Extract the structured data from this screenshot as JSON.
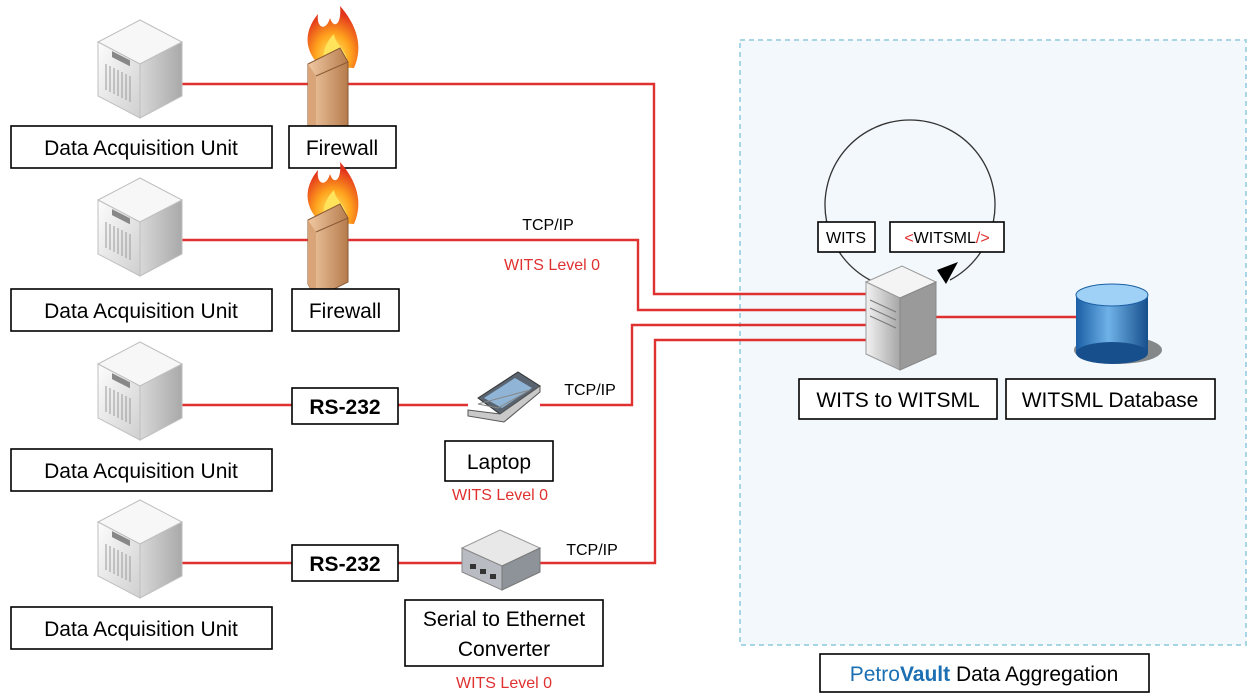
{
  "colors": {
    "link": "#e03131",
    "zone_fill": "#f2f8fb",
    "zone_border": "#a9d6e5",
    "brand_blue": "#1c6fb3"
  },
  "sources": [
    {
      "label": "Data Acquisition Unit",
      "icon": "server-icon"
    },
    {
      "label": "Data Acquisition Unit",
      "icon": "server-icon"
    },
    {
      "label": "Data Acquisition Unit",
      "icon": "server-icon"
    },
    {
      "label": "Data Acquisition Unit",
      "icon": "server-icon"
    }
  ],
  "devices": {
    "firewall_1": {
      "label": "Firewall",
      "icon": "firewall-icon"
    },
    "firewall_2": {
      "label": "Firewall",
      "icon": "firewall-icon"
    },
    "rs232_1": {
      "label": "RS-232"
    },
    "rs232_2": {
      "label": "RS-232"
    },
    "laptop": {
      "label": "Laptop",
      "icon": "laptop-icon",
      "note": "WITS Level 0"
    },
    "converter": {
      "label_line1": "Serial to Ethernet",
      "label_line2": "Converter",
      "icon": "converter-icon",
      "note": "WITS Level 0"
    }
  },
  "links": {
    "row2_protocol": "TCP/IP",
    "row2_level": "WITS Level 0",
    "row3_protocol": "TCP/IP",
    "row4_protocol": "TCP/IP"
  },
  "aggregation": {
    "wits_tag": "WITS",
    "witsml_tag_open": "<",
    "witsml_tag_name": "WITSML",
    "witsml_tag_close": "/>",
    "server_label": "WITS to WITSML",
    "server_icon": "server-tower-icon",
    "database_label": "WITSML Database",
    "database_icon": "database-icon",
    "brand_part1": "Petro",
    "brand_part2": "Vault",
    "brand_suffix": " Data Aggregation"
  }
}
